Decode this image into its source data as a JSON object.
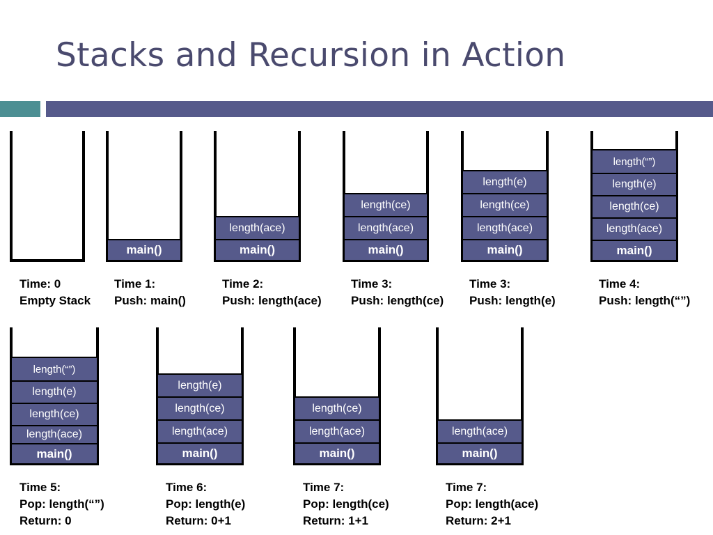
{
  "title": "Stacks and Recursion in Action",
  "colors": {
    "frame": "#565a8b",
    "teal": "#4d8f93",
    "title": "#4a4a6e"
  },
  "row1": [
    {
      "frames": [],
      "caption": [
        "Time: 0",
        "Empty Stack"
      ]
    },
    {
      "frames": [
        "main()"
      ],
      "caption": [
        "Time 1:",
        "Push:  main()"
      ]
    },
    {
      "frames": [
        "length(ace)",
        "main()"
      ],
      "caption": [
        "Time 2:",
        "Push:  length(ace)"
      ]
    },
    {
      "frames": [
        "length(ce)",
        "length(ace)",
        "main()"
      ],
      "caption": [
        "Time 3:",
        "Push:  length(ce)"
      ]
    },
    {
      "frames": [
        "length(e)",
        "length(ce)",
        "length(ace)",
        "main()"
      ],
      "caption": [
        "Time 3:",
        "Push:  length(e)"
      ]
    },
    {
      "frames": [
        "length(“”)",
        "length(e)",
        "length(ce)",
        "length(ace)",
        "main()"
      ],
      "caption": [
        "Time 4:",
        "Push:  length(“”)"
      ]
    }
  ],
  "row2": [
    {
      "frames": [
        "length(“”)",
        "length(e)",
        "length(ce)",
        "length(ace)",
        "main()"
      ],
      "caption": [
        "Time 5:",
        "Pop:  length(“”)",
        "Return: 0"
      ]
    },
    {
      "frames": [
        "length(e)",
        "length(ce)",
        "length(ace)",
        "main()"
      ],
      "caption": [
        "Time 6:",
        "Pop:  length(e)",
        "Return: 0+1"
      ]
    },
    {
      "frames": [
        "length(ce)",
        "length(ace)",
        "main()"
      ],
      "caption": [
        "Time 7:",
        "Pop:  length(ce)",
        "Return: 1+1"
      ]
    },
    {
      "frames": [
        "length(ace)",
        "main()"
      ],
      "caption": [
        "Time 7:",
        "Pop:  length(ace)",
        "Return: 2+1"
      ]
    }
  ]
}
